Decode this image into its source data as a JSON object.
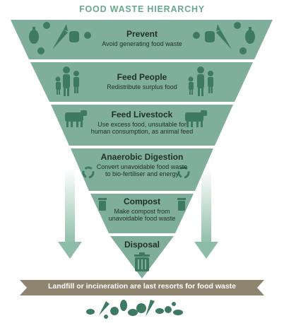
{
  "title": "FOOD WASTE HIERARCHY",
  "levels": [
    {
      "heading": "Prevent",
      "description": "Avoid generating food waste",
      "icons": [
        "eggplant-icon",
        "carrot-icon",
        "meat-icon",
        "tomato-icon",
        "fruit-icon"
      ]
    },
    {
      "heading": "Feed People",
      "description": "Redistribute surplus food",
      "icons": [
        "family-icon"
      ]
    },
    {
      "heading": "Feed Livestock",
      "description": "Use excess food, unsuitable for human consumption, as animal feed",
      "icons": [
        "cow-icon"
      ]
    },
    {
      "heading": "Anaerobic Digestion",
      "description": "Convert unavoidable food waste to bio-fertiliser and energy",
      "icons": [
        "recycle-icon"
      ]
    },
    {
      "heading": "Compost",
      "description": "Make compost from unavoidable food waste",
      "icons": [
        "compost-bin-icon"
      ]
    },
    {
      "heading": "Disposal",
      "description": "",
      "icons": [
        "trash-bin-icon"
      ]
    }
  ],
  "banner": "Landfill or incineration are last resorts for food waste",
  "colors": {
    "band": "#7fae9b",
    "title": "#6aa88e",
    "banner": "#8f8470",
    "icon": "#3e7a62",
    "arrow": "#c9dfd4"
  }
}
